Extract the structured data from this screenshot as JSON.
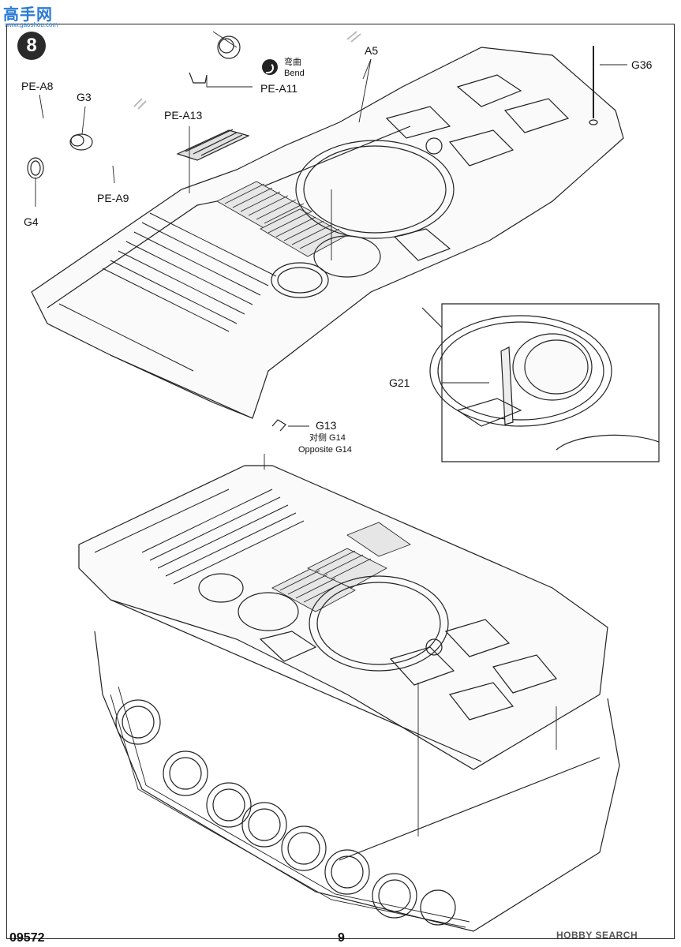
{
  "watermark": {
    "text": "高手网",
    "sub": "www.gaoshou.com"
  },
  "step": {
    "number": "8"
  },
  "callouts": {
    "pe_a8": "PE-A8",
    "g3": "G3",
    "pe_a9": "PE-A9",
    "g4": "G4",
    "pe_a13": "PE-A13",
    "pe_a11": "PE-A11",
    "bend_cn": "弯曲",
    "bend_en": "Bend",
    "a5": "A5",
    "g36": "G36",
    "g21": "G21",
    "g13": "G13",
    "opposite_cn": "对侧 G14",
    "opposite_en": "Opposite G14"
  },
  "footer": {
    "product_code": "09572",
    "page_number": "9",
    "brand": "HOBBY SEARCH"
  }
}
